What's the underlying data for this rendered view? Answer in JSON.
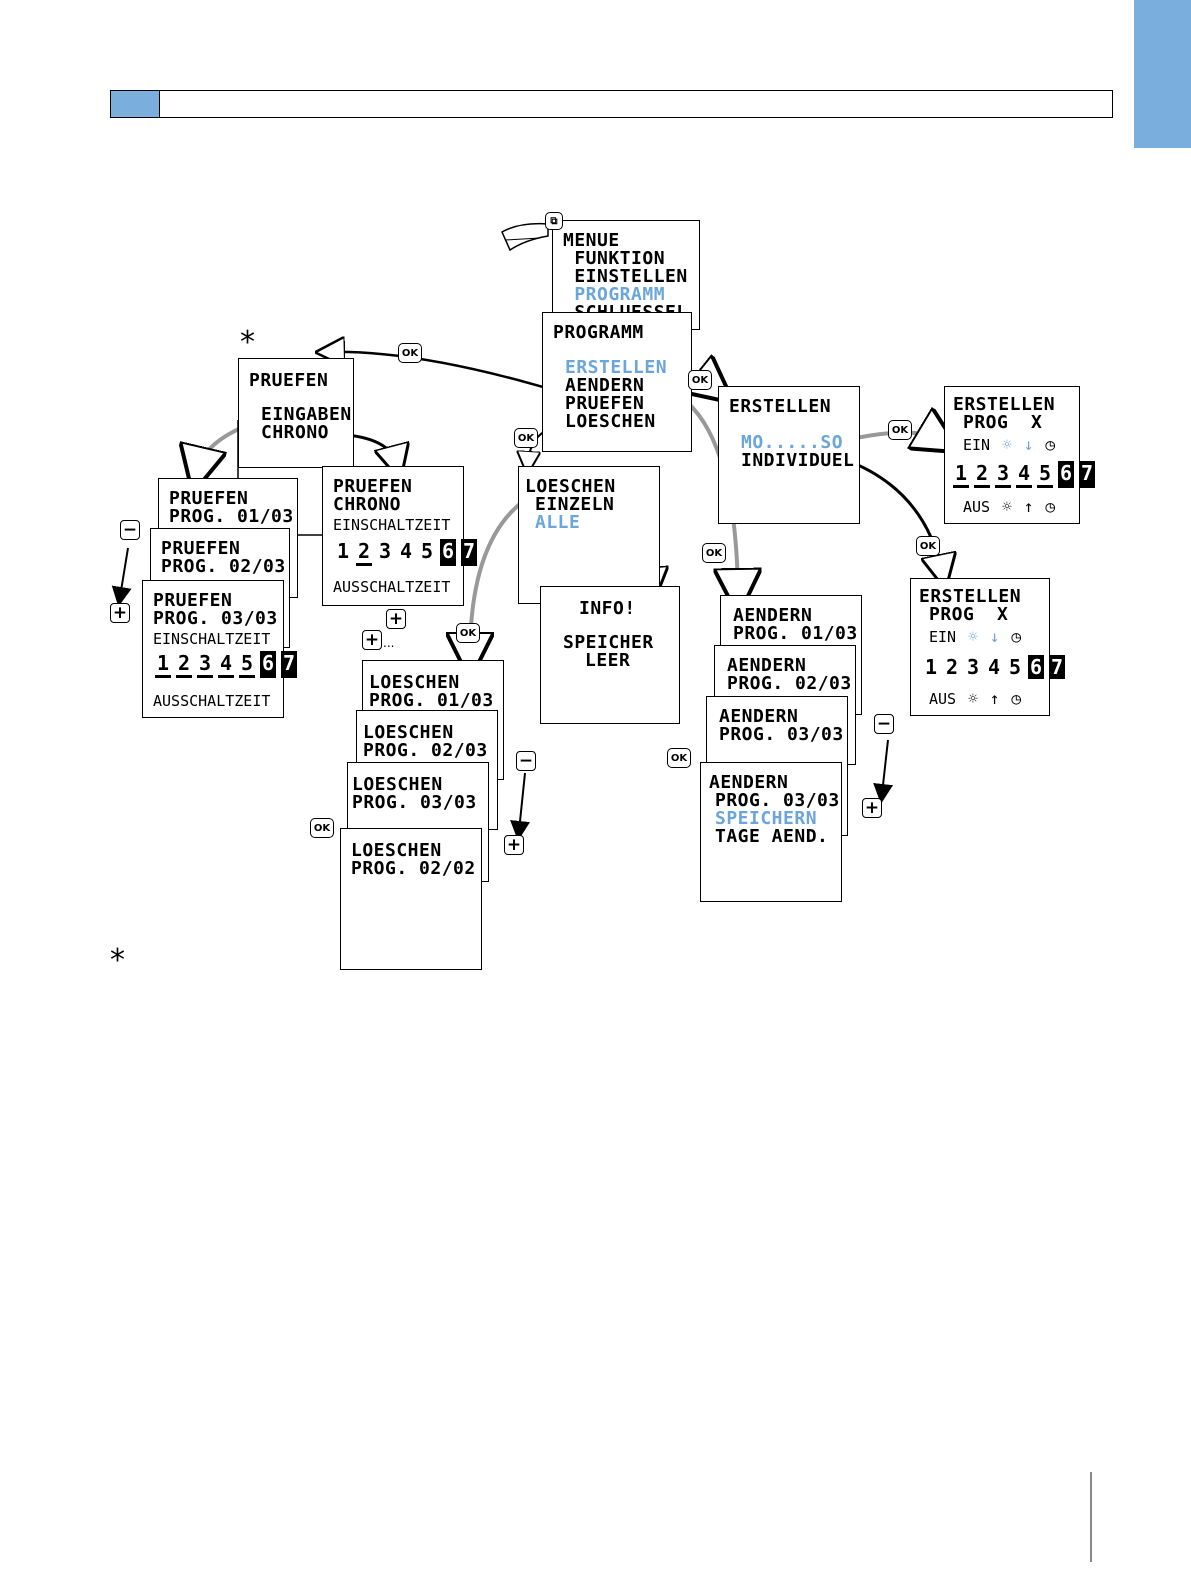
{
  "accent_color": "#7aaedc",
  "menu": {
    "l1": "MENUE",
    "l2": " FUNKTION",
    "l3": " EINSTELLEN",
    "l4": " PROGRAMM",
    "l5": " SCHLUESSEL"
  },
  "programm": {
    "title": "PROGRAMM",
    "l1": "ERSTELLEN",
    "l2": "AENDERN",
    "l3": "PRUEFEN",
    "l4": "LOESCHEN"
  },
  "pruefen": {
    "title": "PRUEFEN",
    "l1": "EINGABEN",
    "l2": "CHRONO"
  },
  "pruefen_prog": [
    {
      "l1": "PRUEFEN",
      "l2": "PROG. 01/03"
    },
    {
      "l1": "PRUEFEN",
      "l2": "PROG. 02/03"
    },
    {
      "l1": "PRUEFEN",
      "l2": "PROG. 03/03",
      "l3": "EINSCHALTZEIT",
      "l4": "AUSSCHALTZEIT"
    }
  ],
  "pruefen_chrono": {
    "l1": "PRUEFEN",
    "l2": "CHRONO",
    "l3": "EINSCHALTZEIT",
    "l4": "AUSSCHALTZEIT"
  },
  "days": {
    "d1": "1",
    "d2": "2",
    "d3": "3",
    "d4": "4",
    "d5": "5",
    "d6": "6",
    "d7": "7"
  },
  "loeschen": {
    "l1": "LOESCHEN",
    "l2": "EINZELN",
    "l3": "ALLE"
  },
  "info": {
    "l1": "INFO!",
    "l2": "SPEICHER",
    "l3": "LEER"
  },
  "loeschen_prog": [
    {
      "l1": "LOESCHEN",
      "l2": "PROG. 01/03"
    },
    {
      "l1": "LOESCHEN",
      "l2": "PROG. 02/03"
    },
    {
      "l1": "LOESCHEN",
      "l2": "PROG. 03/03"
    },
    {
      "l1": "LOESCHEN",
      "l2": "PROG. 02/02"
    }
  ],
  "erstellen": {
    "l1": "ERSTELLEN",
    "l2": "MO.....SO",
    "l3": "INDIVIDUEL"
  },
  "erstellen_x": {
    "l1": "ERSTELLEN",
    "l2": "PROG  X",
    "ein": "EIN",
    "aus": "AUS"
  },
  "aendern_prog": [
    {
      "l1": "AENDERN",
      "l2": "PROG. 01/03"
    },
    {
      "l1": "AENDERN",
      "l2": "PROG. 02/03"
    },
    {
      "l1": "AENDERN",
      "l2": "PROG. 03/03"
    },
    {
      "l1": "AENDERN",
      "l2": "PROG. 03/03",
      "l3": "SPEICHERN",
      "l4": "TAGE AEND."
    }
  ],
  "buttons": {
    "ok": "OK",
    "minus": "−",
    "plus": "+",
    "dots": "..."
  },
  "star": "*",
  "icons": {
    "sun": "☼",
    "down": "↓",
    "up": "↑",
    "clock": "◷"
  }
}
